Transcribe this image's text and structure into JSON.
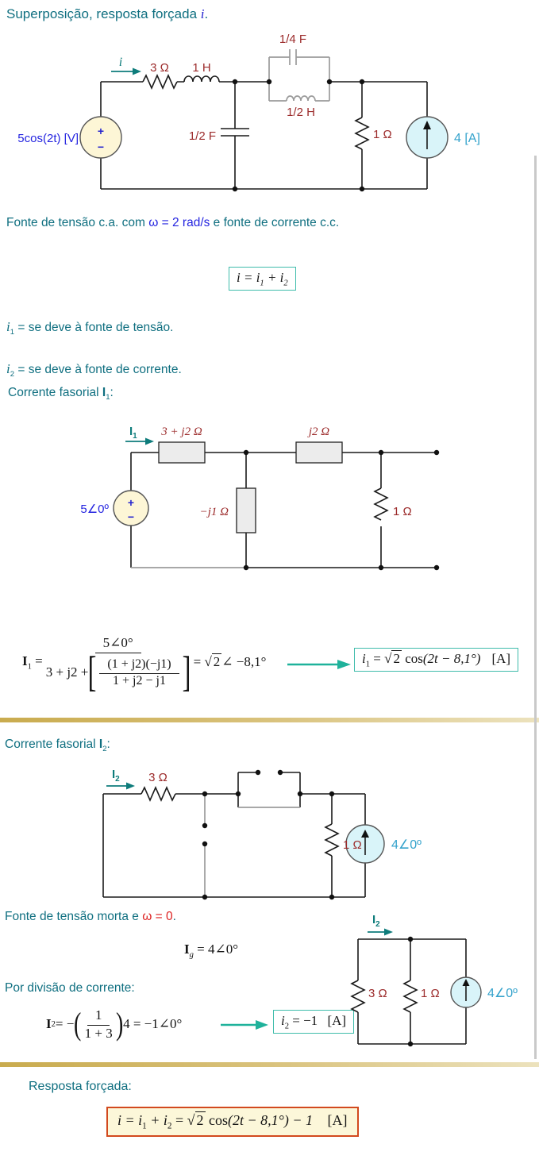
{
  "title": {
    "pre": "Superposição, resposta forçada ",
    "var": "i",
    "post": "."
  },
  "colors": {
    "teal_text": "#0f6f80",
    "blue": "#2323cf",
    "cyan_label": "#35a3cc",
    "component_red": "#9c2b2b",
    "alert_red": "#dd2222",
    "arrow_teal": "#1fb29b",
    "result_box_teal": "#3fbcab",
    "final_border": "#d2491e",
    "final_bg": "#fcf7d9",
    "divider_gold": "#c9ab4e"
  },
  "circuit1": {
    "source_label": "5cos(2t) [V]",
    "current": "i",
    "r_series": "3 Ω",
    "l_series": "1 H",
    "c_par": "1/4 F",
    "l_par": "1/2 H",
    "c_shunt": "1/2 F",
    "r_shunt": "1 Ω",
    "i_source": "4 [A]",
    "plus": "+",
    "minus": "−"
  },
  "text_sources": {
    "pre": "Fonte de tensão c.a. com ",
    "omega": "ω = 2 rad/s",
    "post": " e fonte de corrente c.c."
  },
  "eq_sum": {
    "p1": "i = i",
    "s1": "1",
    "p2": " + i",
    "s2": "2"
  },
  "def_i1": {
    "v": "i",
    "s": "1",
    "rest": " = se deve à fonte de tensão."
  },
  "def_i2": {
    "v": "i",
    "s": "2",
    "rest": " = se deve à fonte de corrente."
  },
  "heading_I1": {
    "pre": "Corrente fasorial ",
    "v": "I",
    "s": "1",
    "post": ":"
  },
  "circuit2": {
    "current": "I",
    "current_sub": "1",
    "z1": "3 + j2 Ω",
    "z2": "j2 Ω",
    "z_shunt": "−j1 Ω",
    "r_shunt": "1 Ω",
    "source_label": "5∠0º",
    "plus": "+",
    "minus": "−"
  },
  "eq_I1": {
    "v": "I",
    "s": "1",
    "eq": "=",
    "num": "5∠0°",
    "den_pre": "3 + j2 +",
    "lbr": "[",
    "inner_num": "(1 + j2)(−j1)",
    "inner_den": "1 + j2 − j1",
    "rbr": "]",
    "eq2": "= ",
    "sqrt": "√",
    "arg": "2",
    "rhs": "∠ −8,1°"
  },
  "result_i1": {
    "v": "i",
    "s": "1",
    "eq": " = ",
    "sqrt": "√",
    "arg": "2",
    "cos": " cos",
    "rest": "(2t − 8,1°)",
    "unit": "[A]"
  },
  "heading_I2": {
    "pre": "Corrente fasorial ",
    "v": "I",
    "s": "2",
    "post": ":"
  },
  "circuit3": {
    "current": "I",
    "current_sub": "2",
    "r_series": "3 Ω",
    "r_shunt": "1 Ω",
    "source_label": "4∠0º"
  },
  "text_dead": {
    "pre": "Fonte de tensão morta e ",
    "omega": "ω = 0",
    "post": "."
  },
  "eq_Ig": {
    "v": "I",
    "s": "g",
    "rhs": " = 4∠0°"
  },
  "text_division": "Por divisão de corrente:",
  "eq_I2": {
    "v": "I",
    "s": "2",
    "eq": " = −",
    "lp": "(",
    "num": "1",
    "den": "1 + 3",
    "rp": ")",
    "rest": "4 = −1∠0°"
  },
  "result_i2": {
    "v": "i",
    "s": "2",
    "rest": " = −1 ",
    "unit": "[A]"
  },
  "circuit4": {
    "current": "I",
    "current_sub": "2",
    "r1": "3 Ω",
    "r2": "1 Ω",
    "source_label": "4∠0º"
  },
  "final": {
    "heading": "Resposta forçada:",
    "eq": {
      "p1": "i = i",
      "s1": "1",
      "p2": " + i",
      "s2": "2",
      "p3": " = ",
      "sqrt": "√",
      "arg": "2",
      "cos": " cos",
      "rest": "(2t − 8,1°) − 1 ",
      "unit": "[A]"
    }
  }
}
